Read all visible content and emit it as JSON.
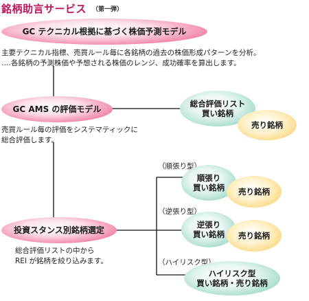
{
  "header": {
    "title": "銘柄助言サービス",
    "subtitle": "（第一弾）"
  },
  "node_main": {
    "label": "GC テクニカル根拠に基づく株価予測モデル",
    "desc_line1": "主要テクニカル指標、売買ルール毎に各銘柄の過去の株価形成パターンを分析。",
    "desc_line2": "‥‥各銘柄の予測株価や予想される株価のレンジ、成功確率を算出します。"
  },
  "node_ams": {
    "label": "GC AMS の評価モデル",
    "desc_line1": "売買ルール毎の評価をシステマティックに",
    "desc_line2": "総合評価します。"
  },
  "node_ams_outputs": {
    "list_line1": "総合評価リスト",
    "list_line2": "買い銘柄",
    "sell": "売り銘柄"
  },
  "node_selection": {
    "label": "投資スタンス別銘柄選定",
    "desc_line1": "総合評価リストの中から",
    "desc_line2": "REI が銘柄を絞り込みます。"
  },
  "branches": [
    {
      "caption": "（順張り型）",
      "buy_line1": "順張り",
      "buy_line2": "買い銘柄",
      "sell": "売り銘柄"
    },
    {
      "caption": "（逆張り型）",
      "buy_line1": "逆張り",
      "buy_line2": "買い銘柄",
      "sell": "売り銘柄"
    },
    {
      "caption": "（ハイリスク型）",
      "buy_line1": "ハイリスク型",
      "buy_line2": "買い銘柄・売り銘柄"
    }
  ]
}
